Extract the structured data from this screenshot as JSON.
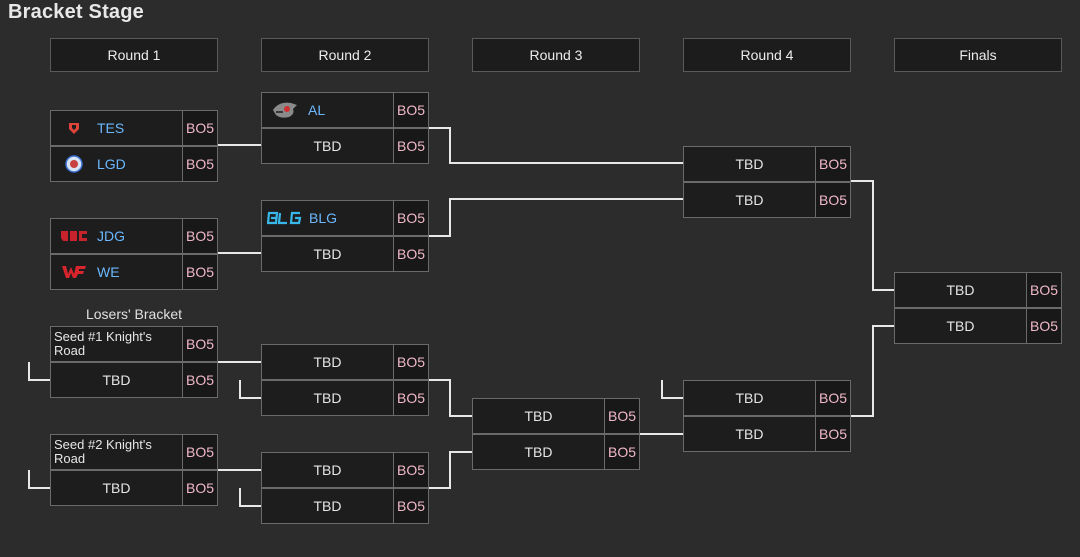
{
  "page_title": "Bracket Stage",
  "rounds": [
    "Round 1",
    "Round 2",
    "Round 3",
    "Round 4",
    "Finals"
  ],
  "best_of": "BO5",
  "tbd": "TBD",
  "losers_bracket_label": "Losers' Bracket",
  "teams": {
    "tes": {
      "name": "TES",
      "logo": "tes-logo-icon"
    },
    "lgd": {
      "name": "LGD",
      "logo": "lgd-logo-icon"
    },
    "al": {
      "name": "AL",
      "logo": "al-logo-icon"
    },
    "jdg": {
      "name": "JDG",
      "logo": "jdg-logo-icon"
    },
    "we": {
      "name": "WE",
      "logo": "we-logo-icon"
    },
    "blg": {
      "name": "BLG",
      "logo": "blg-logo-icon"
    }
  },
  "seeds": {
    "seed1": "Seed #1 Knight's Road",
    "seed2": "Seed #2 Knight's Road"
  },
  "colors": {
    "background": "#2c2c2c",
    "team_name": "#6bb8ff",
    "best_of": "#f0b8c8",
    "connector": "#e8e8e8"
  }
}
